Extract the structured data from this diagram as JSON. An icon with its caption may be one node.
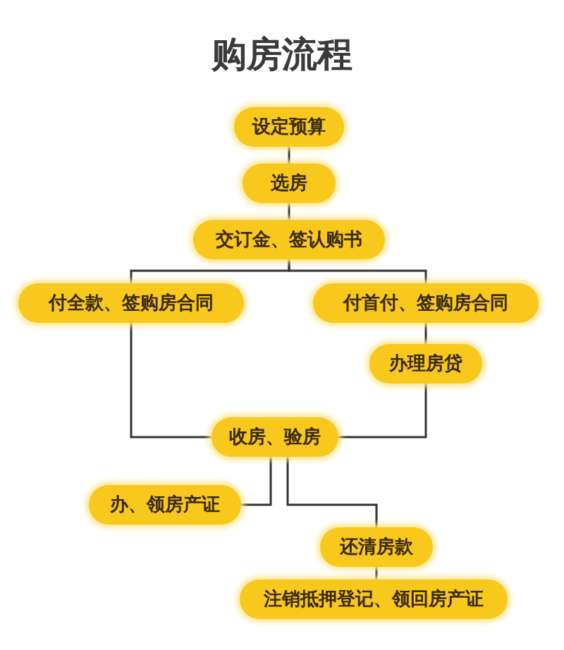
{
  "diagram": {
    "title": "购房流程",
    "nodes": [
      {
        "text": [
          "设定预算"
        ]
      },
      {
        "text": [
          "选房"
        ]
      },
      {
        "text": [
          "交订金、签认购书"
        ]
      },
      {
        "text": [
          "付全款、签购房合同"
        ]
      },
      {
        "text": [
          "付首付、签购房合同"
        ]
      },
      {
        "text": [
          "办理房贷"
        ]
      },
      {
        "text": [
          "收房、验房"
        ]
      },
      {
        "text": [
          "办、领房产证"
        ]
      },
      {
        "text": [
          "还清房款"
        ]
      },
      {
        "text": [
          "注销抵押登记、领回房产证"
        ]
      }
    ],
    "edges": [
      {
        "from": 0,
        "to": 1,
        "arrow": "none"
      },
      {
        "from": 1,
        "to": 2,
        "arrow": "none"
      },
      {
        "from": 2,
        "to": 3,
        "arrow": "none"
      },
      {
        "from": 2,
        "to": 4,
        "arrow": "none"
      },
      {
        "from": 3,
        "to": 6,
        "arrow": "none"
      },
      {
        "from": 4,
        "to": 5,
        "arrow": "none"
      },
      {
        "from": 5,
        "to": 6,
        "arrow": "none"
      },
      {
        "from": 6,
        "to": 7,
        "arrow": "none"
      },
      {
        "from": 6,
        "to": 8,
        "arrow": "none"
      },
      {
        "from": 8,
        "to": 9,
        "arrow": "none"
      }
    ]
  }
}
